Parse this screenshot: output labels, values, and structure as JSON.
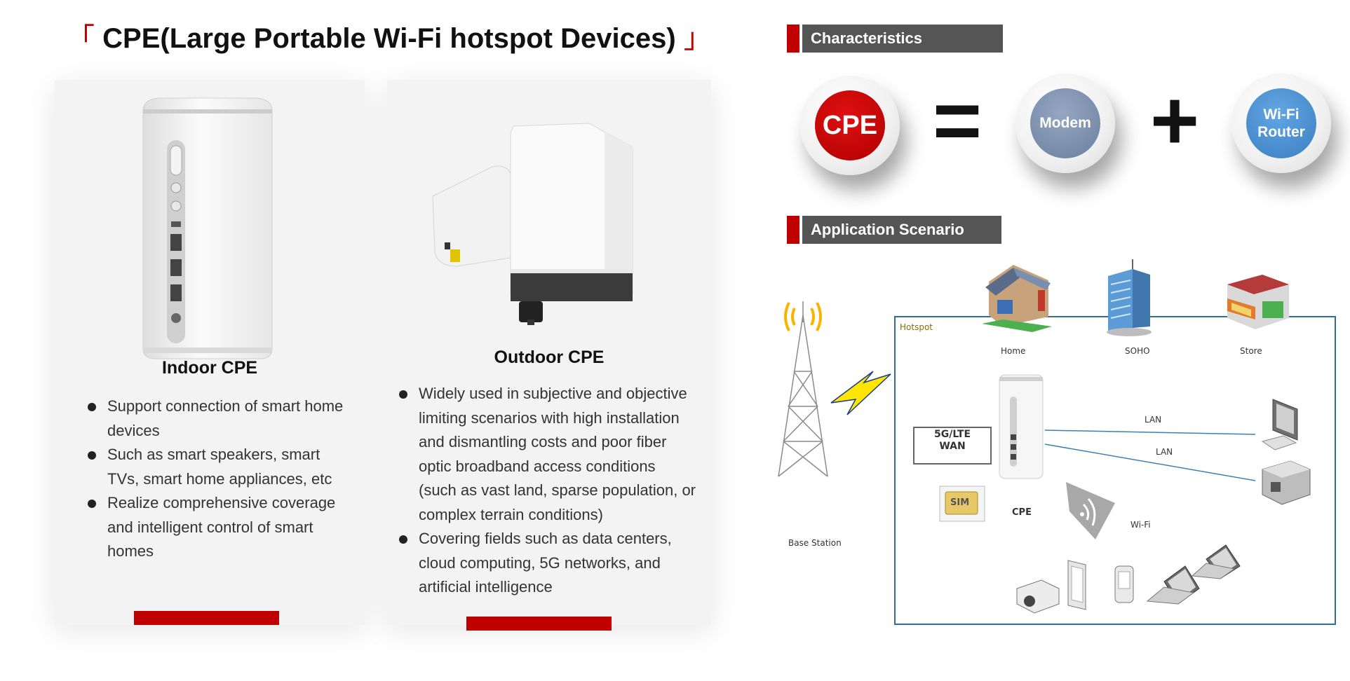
{
  "title": {
    "open_corner": "「",
    "text": "CPE(Large Portable Wi-Fi hotspot Devices)",
    "close_corner": "」"
  },
  "indoor": {
    "name": "Indoor CPE",
    "bullets": [
      "Support connection of smart home devices",
      "Such as smart speakers, smart TVs, smart home appliances, etc",
      "Realize comprehensive coverage and intelligent control of smart homes"
    ]
  },
  "outdoor": {
    "name": "Outdoor CPE",
    "bullets": [
      "Widely used in subjective and objective limiting scenarios with high installation and dismantling costs and poor fiber optic broadband access conditions (such as vast land, sparse population, or complex terrain conditions)",
      "Covering fields such as data centers, cloud computing, 5G networks, and artificial intelligence"
    ]
  },
  "characteristics": {
    "header": "Characteristics",
    "cpe": "CPE",
    "equals": "=",
    "modem": "Modem",
    "plus": "+",
    "router_line1": "Wi-Fi",
    "router_line2": "Router"
  },
  "application": {
    "header": "Application Scenario",
    "hotspot": "Hotspot",
    "home": "Home",
    "soho": "SOHO",
    "store": "Store",
    "wan_line1": "5G/LTE",
    "wan_line2": "WAN",
    "sim": "SIM",
    "cpe": "CPE",
    "wifi": "Wi-Fi",
    "lan1": "LAN",
    "lan2": "LAN",
    "base_station": "Base Station"
  },
  "colors": {
    "accent_red": "#c00000",
    "modem_blue_gray": "#7f93b0",
    "router_blue": "#4a8fd1",
    "header_gray": "#555555",
    "frame_blue": "#2e6f9a"
  }
}
